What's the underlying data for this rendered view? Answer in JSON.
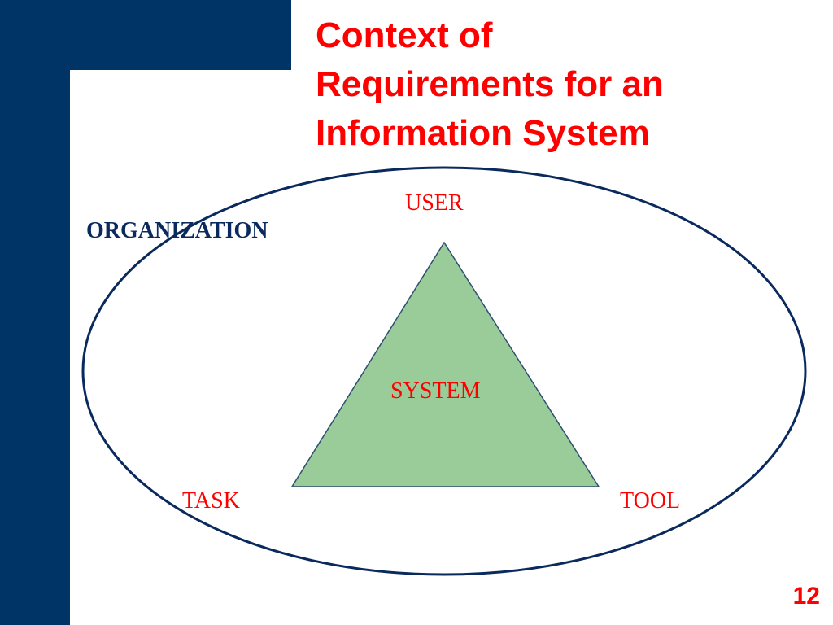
{
  "slide": {
    "title": "Context of\nRequirements for an\nInformation System",
    "page_number": "12"
  },
  "diagram": {
    "organization_label": "ORGANIZATION",
    "user_label": "USER",
    "system_label": "SYSTEM",
    "task_label": "TASK",
    "tool_label": "TOOL"
  },
  "colors": {
    "sidebar": "#003366",
    "title": "#ff0000",
    "ellipse_stroke": "#0a2a5e",
    "triangle_fill": "#99cc99",
    "triangle_stroke": "#2f4f6f",
    "label": "#ff0000",
    "organization_label": "#0a2a5e"
  }
}
